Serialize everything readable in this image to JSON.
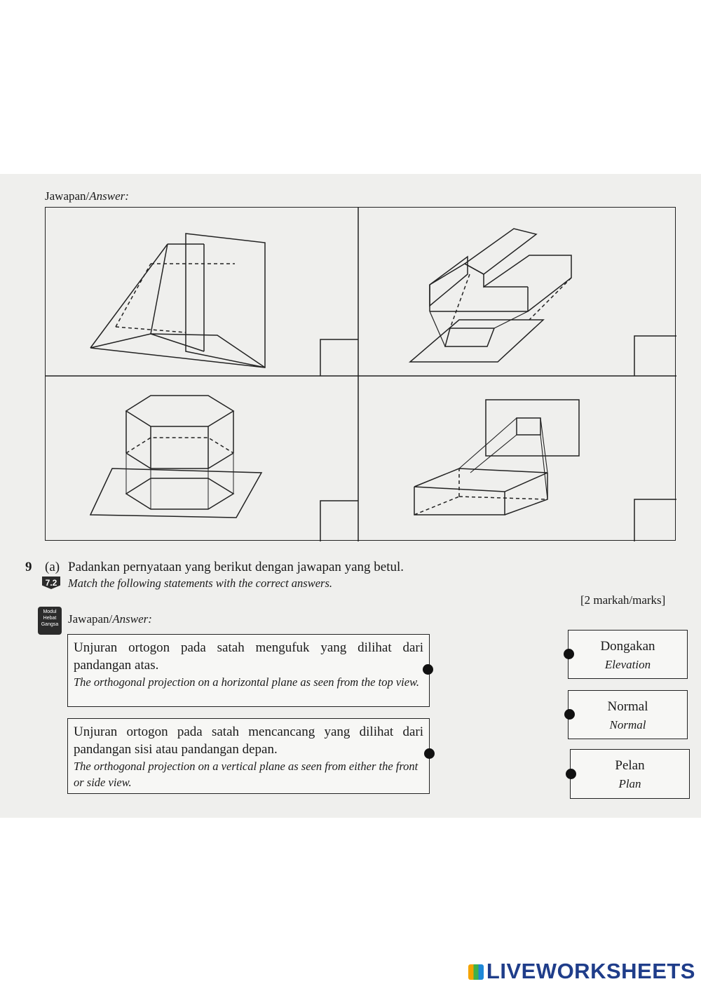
{
  "top_heading": {
    "malay": "Jawapan/",
    "english": "Answer:"
  },
  "figures": [
    {
      "name": "triangular-prism-projection"
    },
    {
      "name": "step-block-projection"
    },
    {
      "name": "hexagonal-prism-projection"
    },
    {
      "name": "cuboid-side-projection"
    }
  ],
  "question": {
    "number": "9",
    "part": "(a)",
    "malay": "Padankan pernyataan yang berikut dengan jawapan yang betul.",
    "english": "Match the following statements with the correct answers.",
    "badge_code": "7.2",
    "marks": "[2 markah/marks]",
    "module_badge": "Modul Hebat Gangsa",
    "answer_label_malay": "Jawapan/",
    "answer_label_english": "Answer:"
  },
  "statements": [
    {
      "malay": "Unjuran ortogon pada satah mengufuk yang dilihat dari pandangan atas.",
      "english": "The orthogonal projection on a horizontal plane as seen from the top view."
    },
    {
      "malay": "Unjuran ortogon pada satah mencancang yang dilihat dari pandangan sisi atau pandangan depan.",
      "english": "The orthogonal projection on a vertical plane as seen from either the front or side view."
    }
  ],
  "answers": [
    {
      "malay": "Dongakan",
      "english": "Elevation"
    },
    {
      "malay": "Normal",
      "english": "Normal"
    },
    {
      "malay": "Pelan",
      "english": "Plan"
    }
  ],
  "brand": "LIVEWORKSHEETS"
}
